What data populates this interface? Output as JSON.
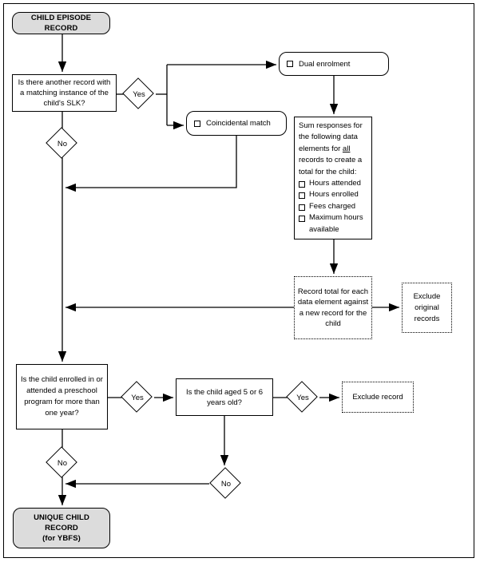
{
  "diagram": {
    "start": "CHILD EPISODE RECORD",
    "q_slk": "Is there another record with a matching instance of the child's SLK?",
    "yes": "Yes",
    "no": "No",
    "dual_enrolment": "Dual enrolment",
    "coincidental_match": "Coincidental match",
    "sum": {
      "intro_before": "Sum responses for the following data elements for ",
      "intro_underlined": "all",
      "intro_after": " records to create a total for the child:",
      "items": [
        "Hours attended",
        "Hours enrolled",
        "Fees charged",
        "Maximum hours available"
      ]
    },
    "record_total": "Record total for each data element against a new record for the child",
    "exclude_original": "Exclude original records",
    "q_preschool": "Is the child enrolled in or attended a preschool program for more than one year?",
    "q_aged": "Is the child aged 5 or 6 years old?",
    "exclude_record": "Exclude record",
    "unique_line1": "UNIQUE CHILD RECORD",
    "unique_line2": "(for YBFS)",
    "colors": {
      "terminal_fill": "#dcdcdc",
      "line": "#000000",
      "background": "#ffffff"
    }
  }
}
